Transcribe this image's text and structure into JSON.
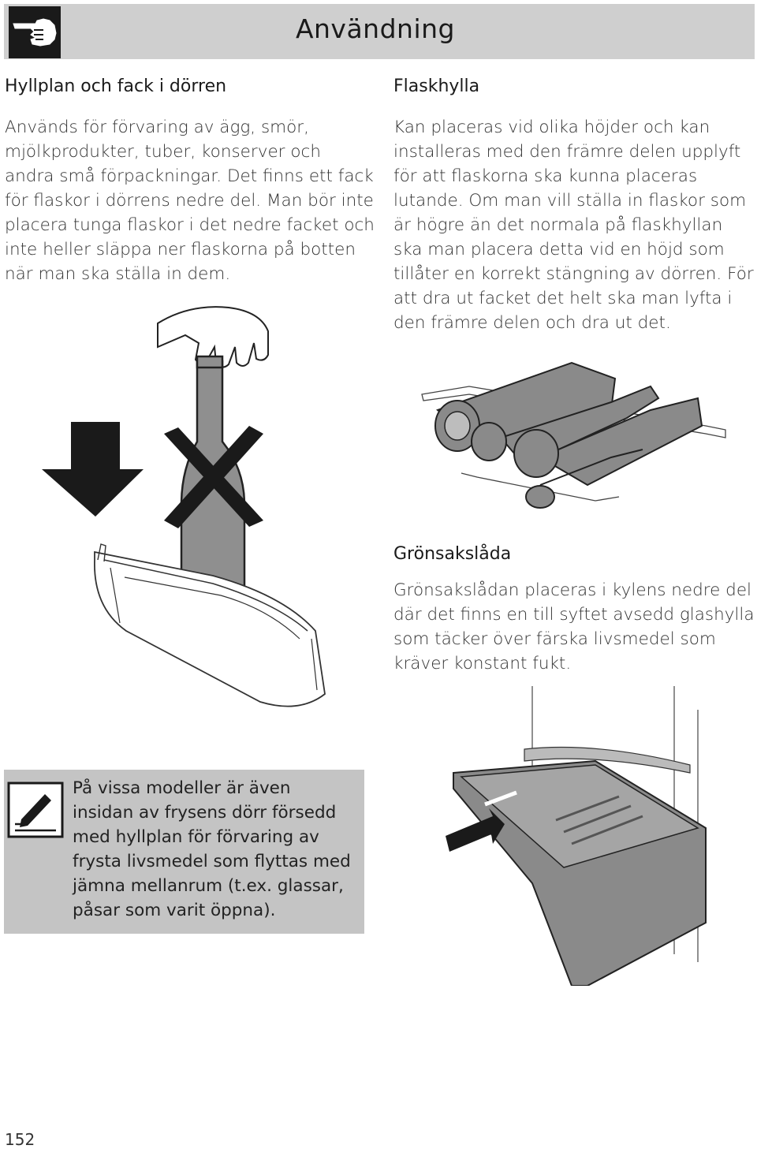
{
  "header": {
    "title": "Användning",
    "icon": "pointing-hand-icon"
  },
  "left": {
    "heading": "Hyllplan och fack i dörren",
    "body": "Används för förvaring av ägg, smör, mjölkprodukter, tuber, konserver och andra små förpackningar. Det finns ett fack för flaskor i dörrens nedre del.  Man bör inte placera tunga flaskor i det nedre facket och inte heller släppa ner flaskorna på botten när man ska ställa in dem."
  },
  "right": {
    "heading": "Flaskhylla",
    "body": "Kan placeras vid olika höjder och kan installeras med den främre delen upplyft för att flaskorna ska kunna placeras lutande. Om man vill ställa in flaskor som är högre än det normala på flaskhyllan ska man placera detta vid en höjd som tillåter en korrekt stängning av dörren. För att dra ut facket det helt ska man lyfta i den främre delen och dra ut det."
  },
  "vegetable": {
    "heading": "Grönsakslåda",
    "body": "Grönsakslådan placeras i kylens nedre del där det finns en till syftet avsedd glashylla som täcker över färska livsmedel som kräver konstant fukt."
  },
  "note": {
    "icon": "pencil-note-icon",
    "text": "På vissa modeller är även insidan av frysens dörr försedd med hyllplan för förvaring av frysta livsmedel som flyttas med jämna mellanrum (t.ex. glassar, påsar som varit öppna)."
  },
  "page_number": "152"
}
